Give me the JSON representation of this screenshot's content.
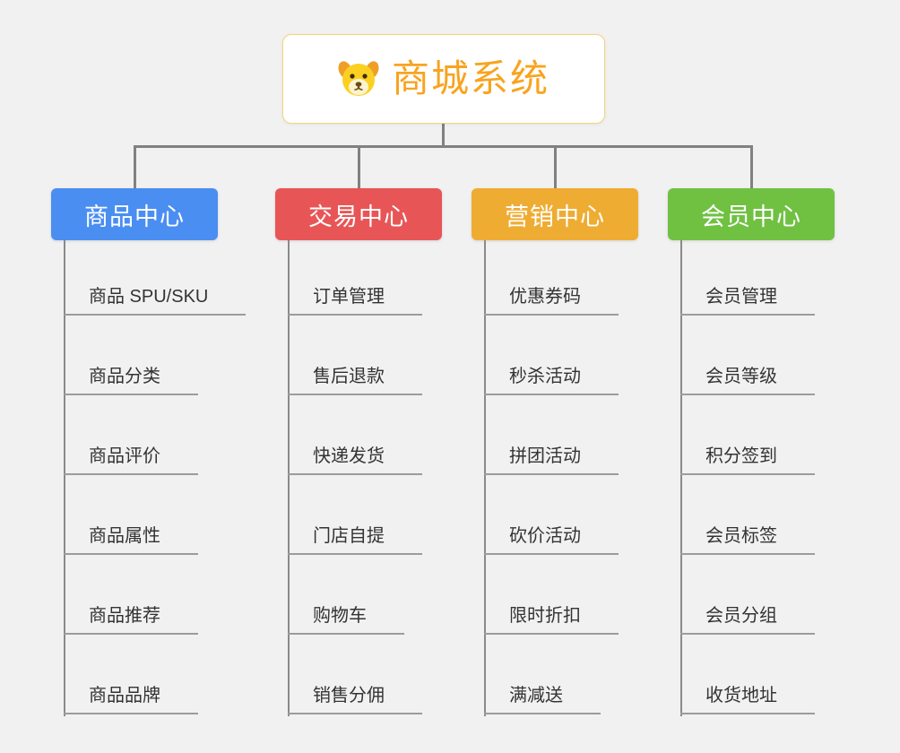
{
  "root": {
    "title": "商城系统",
    "title_color": "#f9a31f",
    "icon": "dog-face-icon"
  },
  "branches": [
    {
      "label": "商品中心",
      "color": "#4a8ef2",
      "children": [
        "商品 SPU/SKU",
        "商品分类",
        "商品评价",
        "商品属性",
        "商品推荐",
        "商品品牌"
      ]
    },
    {
      "label": "交易中心",
      "color": "#e85556",
      "children": [
        "订单管理",
        "售后退款",
        "快递发货",
        "门店自提",
        "购物车",
        "销售分佣"
      ]
    },
    {
      "label": "营销中心",
      "color": "#efac32",
      "children": [
        "优惠券码",
        "秒杀活动",
        "拼团活动",
        "砍价活动",
        "限时折扣",
        "满减送"
      ]
    },
    {
      "label": "会员中心",
      "color": "#70c142",
      "children": [
        "会员管理",
        "会员等级",
        "积分签到",
        "会员标签",
        "会员分组",
        "收货地址"
      ]
    }
  ],
  "colors": {
    "background": "#f1f1f1",
    "connector": "#818181",
    "underline": "#9c9c9c",
    "child_text": "#333333",
    "root_border": "#f5d37b"
  }
}
